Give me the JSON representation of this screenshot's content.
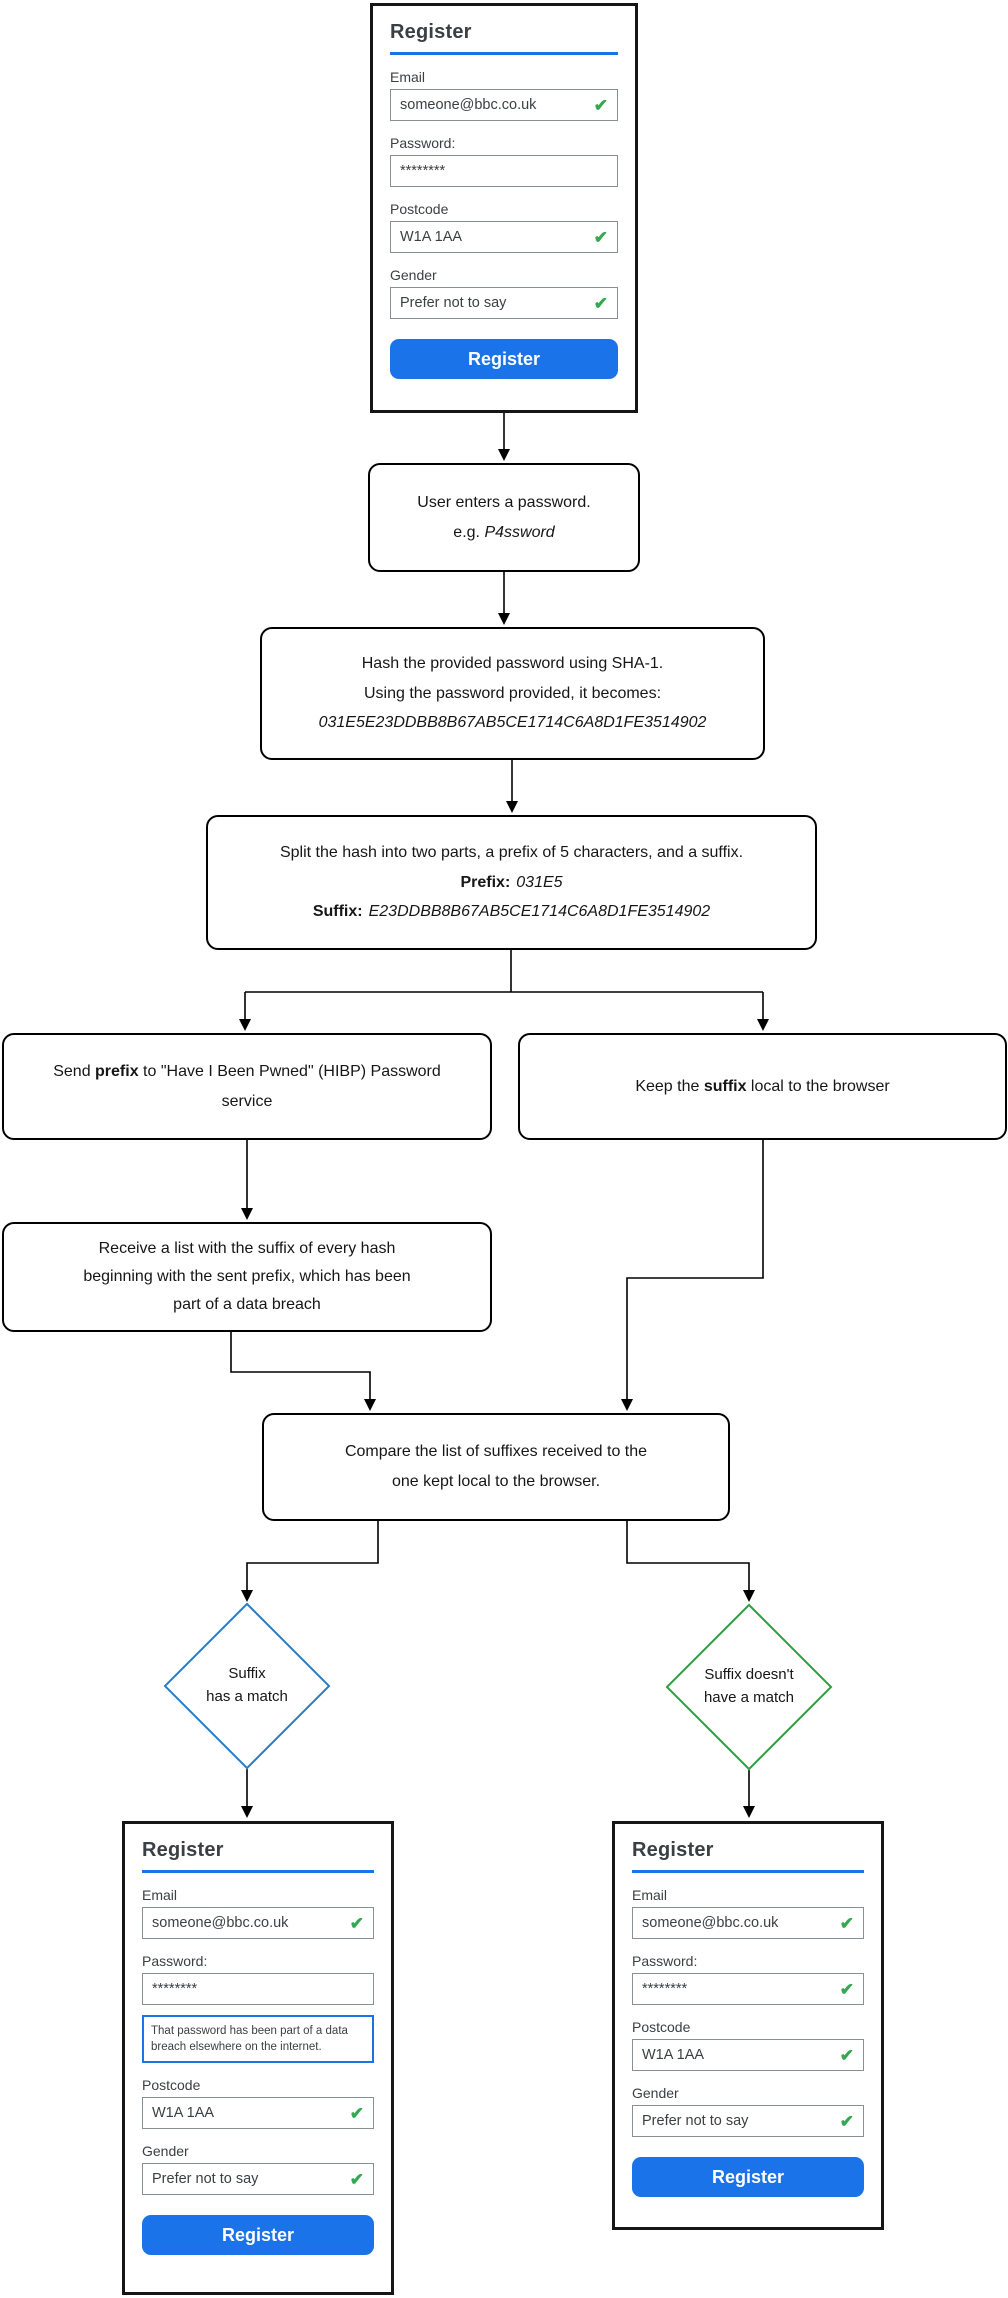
{
  "colors": {
    "accent_blue": "#1a73e8",
    "check_green": "#34a853",
    "diamond_blue": "#2b7bc8",
    "diamond_green": "#2e9e44"
  },
  "icons": {
    "check": "✔"
  },
  "register_form": {
    "title": "Register",
    "email_label": "Email",
    "email_value": "someone@bbc.co.uk",
    "password_label": "Password:",
    "password_value": "********",
    "postcode_label": "Postcode",
    "postcode_value": "W1A 1AA",
    "gender_label": "Gender",
    "gender_value": "Prefer not to say",
    "submit_label": "Register",
    "breach_warning": "That password has been part of a data breach elsewhere on the internet."
  },
  "flow": {
    "enter_password": {
      "line1": "User enters a password.",
      "eg_prefix": "e.g. ",
      "eg_value": "P4ssword"
    },
    "hash": {
      "line1": "Hash the provided password using SHA-1.",
      "line2": "Using the password provided, it becomes:",
      "hash_value": "031E5E23DDBB8B67AB5CE1714C6A8D1FE3514902"
    },
    "split": {
      "line1": "Split the hash into two parts, a prefix of 5 characters, and a suffix.",
      "prefix_label": "Prefix:",
      "prefix_value": "031E5",
      "suffix_label": "Suffix:",
      "suffix_value": "E23DDBB8B67AB5CE1714C6A8D1FE3514902"
    },
    "send_prefix": {
      "pre": "Send ",
      "bold": "prefix",
      "post": " to \"Have I Been Pwned\" (HIBP) Password service"
    },
    "keep_suffix": {
      "pre": "Keep the ",
      "bold": "suffix",
      "post": " local to the browser"
    },
    "receive_list": {
      "line1": "Receive a list with the suffix of every hash",
      "line2": "beginning with the sent prefix, which has been",
      "line3": "part of a data breach"
    },
    "compare": {
      "line1": "Compare the list of suffixes received to the",
      "line2": "one kept local to the browser."
    },
    "match": {
      "line1": "Suffix",
      "line2": "has a match"
    },
    "no_match": {
      "line1": "Suffix doesn't",
      "line2": "have a match"
    }
  }
}
